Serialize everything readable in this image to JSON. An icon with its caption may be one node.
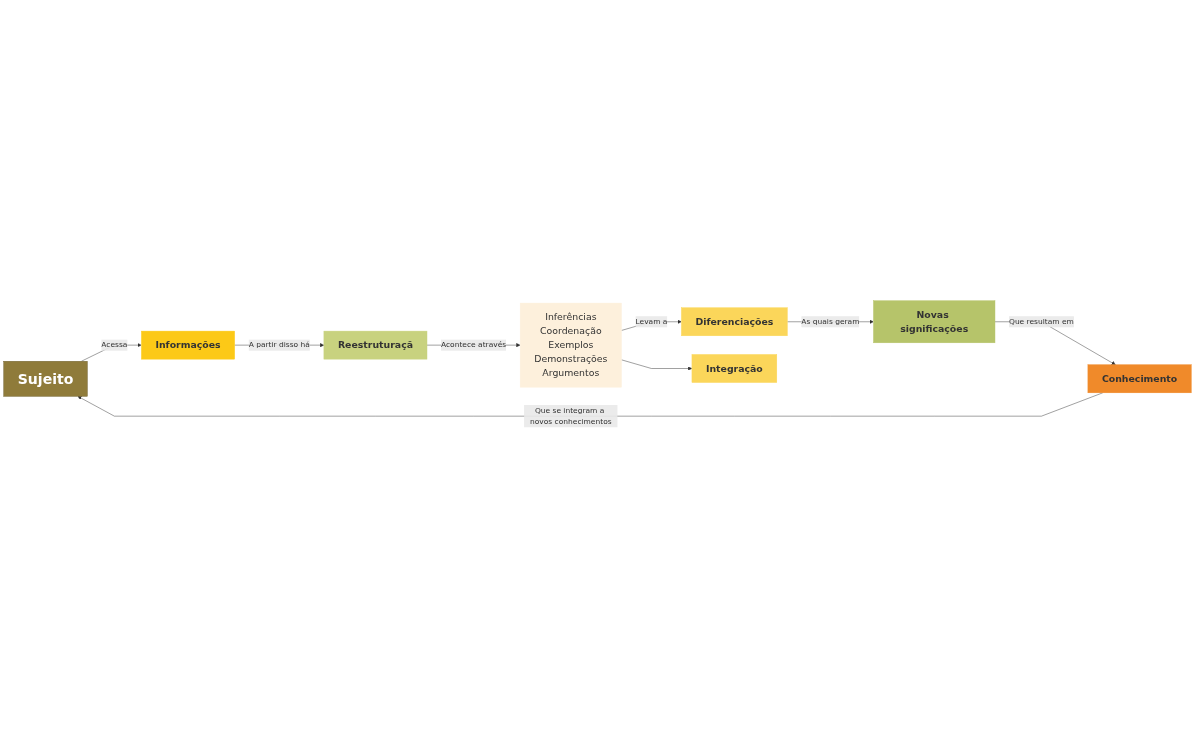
{
  "diagram": {
    "nodes": [
      {
        "text": [
          "Sujeito"
        ]
      },
      {
        "text": [
          "Informações"
        ]
      },
      {
        "text": [
          "Conhecimento"
        ]
      },
      {
        "text": [
          "Reestruturaçã"
        ]
      },
      {
        "text": [
          "Inferências",
          "Coordenação",
          "Exemplos",
          "Demonstrações",
          "Argumentos"
        ]
      },
      {
        "text": [
          "Diferenciações"
        ]
      },
      {
        "text": [
          "Integração"
        ]
      },
      {
        "text": [
          "Novas significações"
        ]
      }
    ],
    "edges": [
      {
        "from": 0,
        "to": 1,
        "label": "Acessa",
        "arrow": "to"
      },
      {
        "from": 1,
        "to": 3,
        "label": "A partir disso há",
        "arrow": "to"
      },
      {
        "from": 3,
        "to": 4,
        "label": "Acontece através",
        "arrow": "to"
      },
      {
        "from": 4,
        "to": 5,
        "label": "Levam a",
        "arrow": "to"
      },
      {
        "from": 4,
        "to": 6,
        "arrow": "to"
      },
      {
        "from": 5,
        "to": 7,
        "label": "As quais geram",
        "arrow": "to"
      },
      {
        "from": 7,
        "to": 2,
        "label": "Que resultam em",
        "arrow": "to"
      },
      {
        "from": 2,
        "to": 0,
        "label": "Que se integram a novos conhecimentos",
        "arrow": "to"
      }
    ]
  }
}
